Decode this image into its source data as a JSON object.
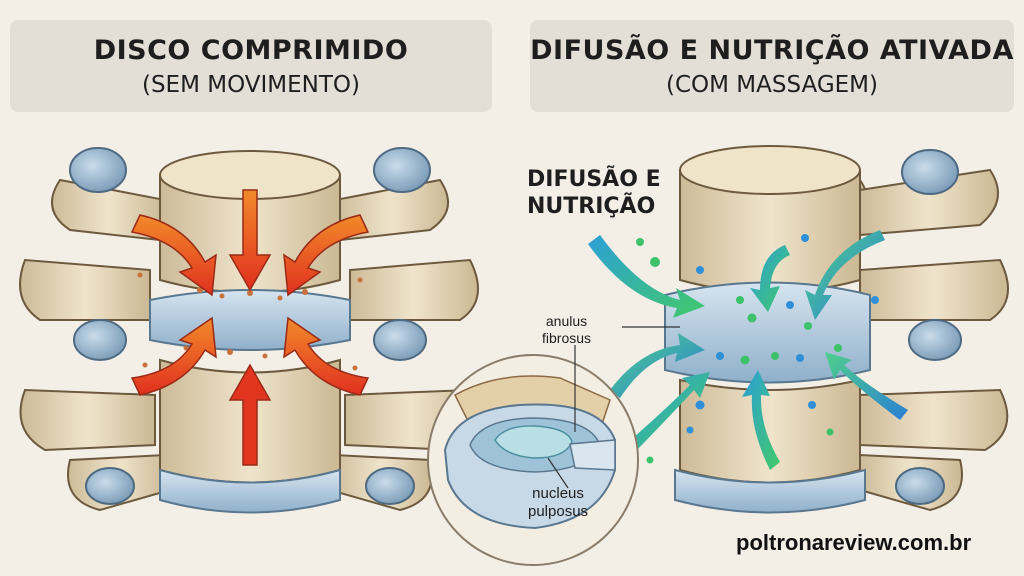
{
  "left_panel": {
    "title": "DISCO COMPRIMIDO",
    "subtitle": "(SEM MOVIMENTO)"
  },
  "right_panel": {
    "title": "DIFUSÃO E NUTRIÇÃO ATIVADA",
    "subtitle": "(COM MASSAGEM)"
  },
  "labels": {
    "diffusion_line1": "DIFUSÃO E",
    "diffusion_line2": "NUTRIÇÃO",
    "anulus_line1": "anulus",
    "anulus_line2": "fibrosus",
    "nucleus_line1": "nucleus",
    "nucleus_line2": "pulposus"
  },
  "watermark": "poltronareview.com.br",
  "colors": {
    "bone": "#e9dcc0",
    "disc": "#b9cfe0",
    "compression_arrow": "#e8402a",
    "nutrition_green": "#3cc36a",
    "nutrition_blue": "#2f8fd8"
  }
}
